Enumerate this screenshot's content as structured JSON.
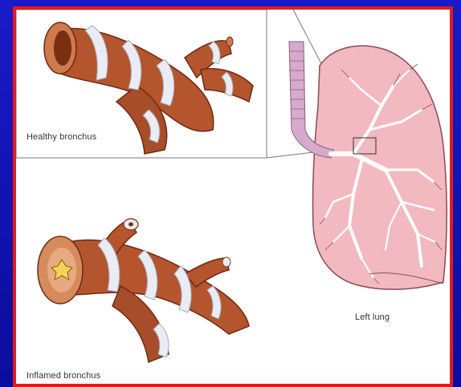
{
  "labels": {
    "healthy_bronchus": "Healthy bronchus",
    "inflamed_bronchus": "Inflamed bronchus",
    "left_lung": "Left lung"
  },
  "colors": {
    "background_blue": "#1414b4",
    "border_red": "#e21b1b",
    "bronchus_wall": "#b4552e",
    "cartilage": "#e9ecf3",
    "lung_tissue": "#f2b9c0",
    "trachea": "#d6aacb",
    "inflamed_mucus": "#f3d45a"
  }
}
